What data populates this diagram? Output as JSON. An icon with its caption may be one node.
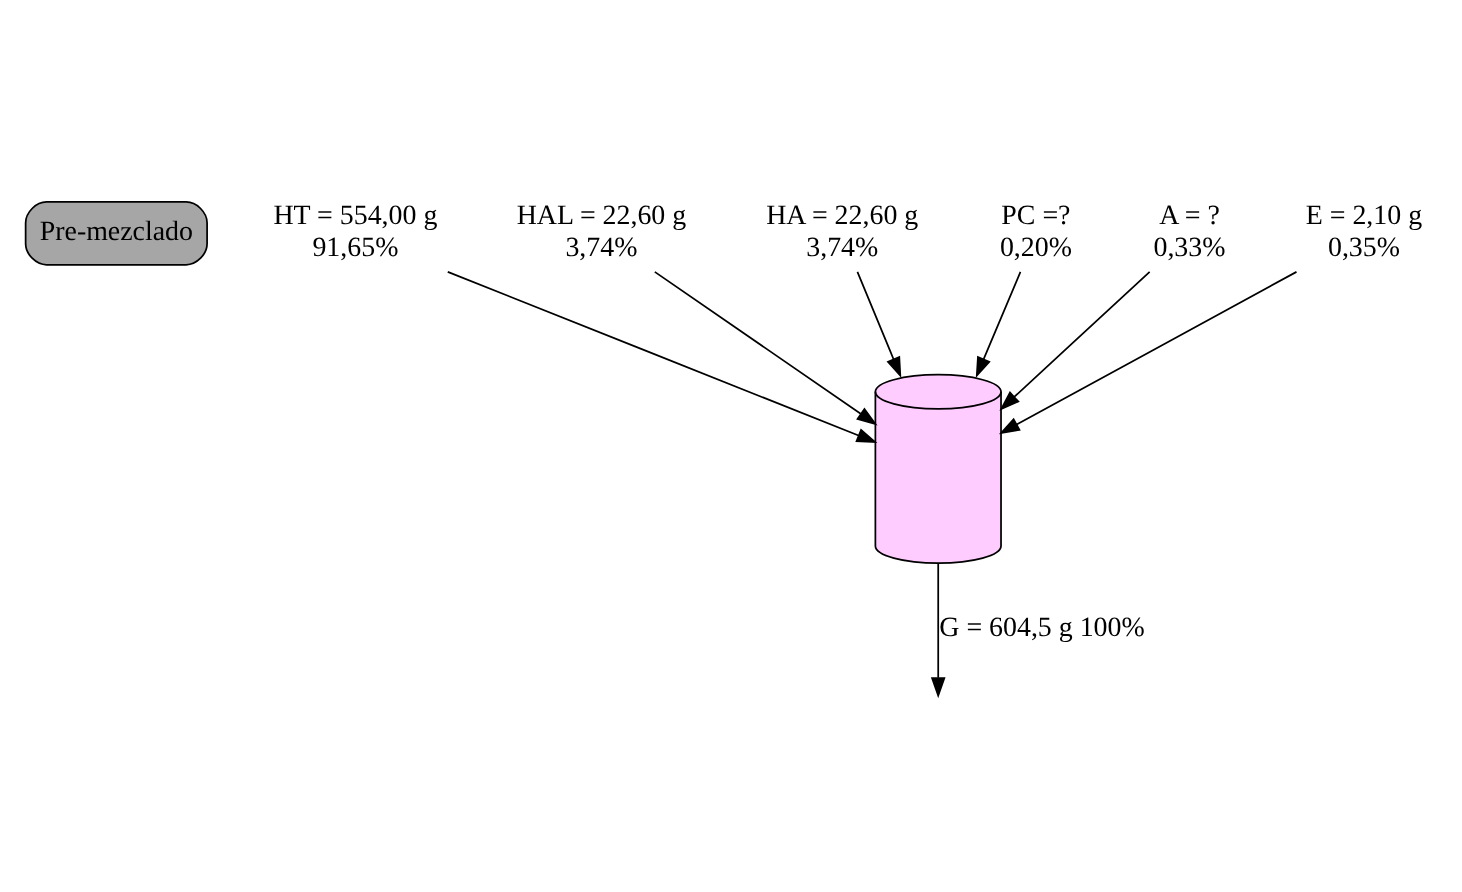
{
  "diagram": {
    "nodes": [
      {
        "text": [
          "Pre-mezclado"
        ]
      },
      {
        "text": [
          "HT = 554,00 g",
          "91,65%"
        ]
      },
      {
        "text": [
          "HAL = 22,60 g",
          "3,74%"
        ]
      },
      {
        "text": [
          "HA = 22,60 g",
          "3,74%"
        ]
      },
      {
        "text": [
          "PC =?",
          "0,20%"
        ]
      },
      {
        "text": [
          "A = ?",
          "0,33%"
        ]
      },
      {
        "text": [
          "E = 2,10 g",
          "0,35%"
        ]
      },
      {
        "text": [],
        "shape": "vessel"
      }
    ],
    "edges": [
      {
        "from": 1,
        "to": 7,
        "arrow": "to"
      },
      {
        "from": 2,
        "to": 7,
        "arrow": "to"
      },
      {
        "from": 3,
        "to": 7,
        "arrow": "to"
      },
      {
        "from": 4,
        "to": 7,
        "arrow": "to"
      },
      {
        "from": 5,
        "to": 7,
        "arrow": "to"
      },
      {
        "from": 6,
        "to": 7,
        "arrow": "to"
      },
      {
        "from": 7,
        "to": null,
        "arrow": "to",
        "label": "G = 604,5 g 100%"
      }
    ]
  }
}
